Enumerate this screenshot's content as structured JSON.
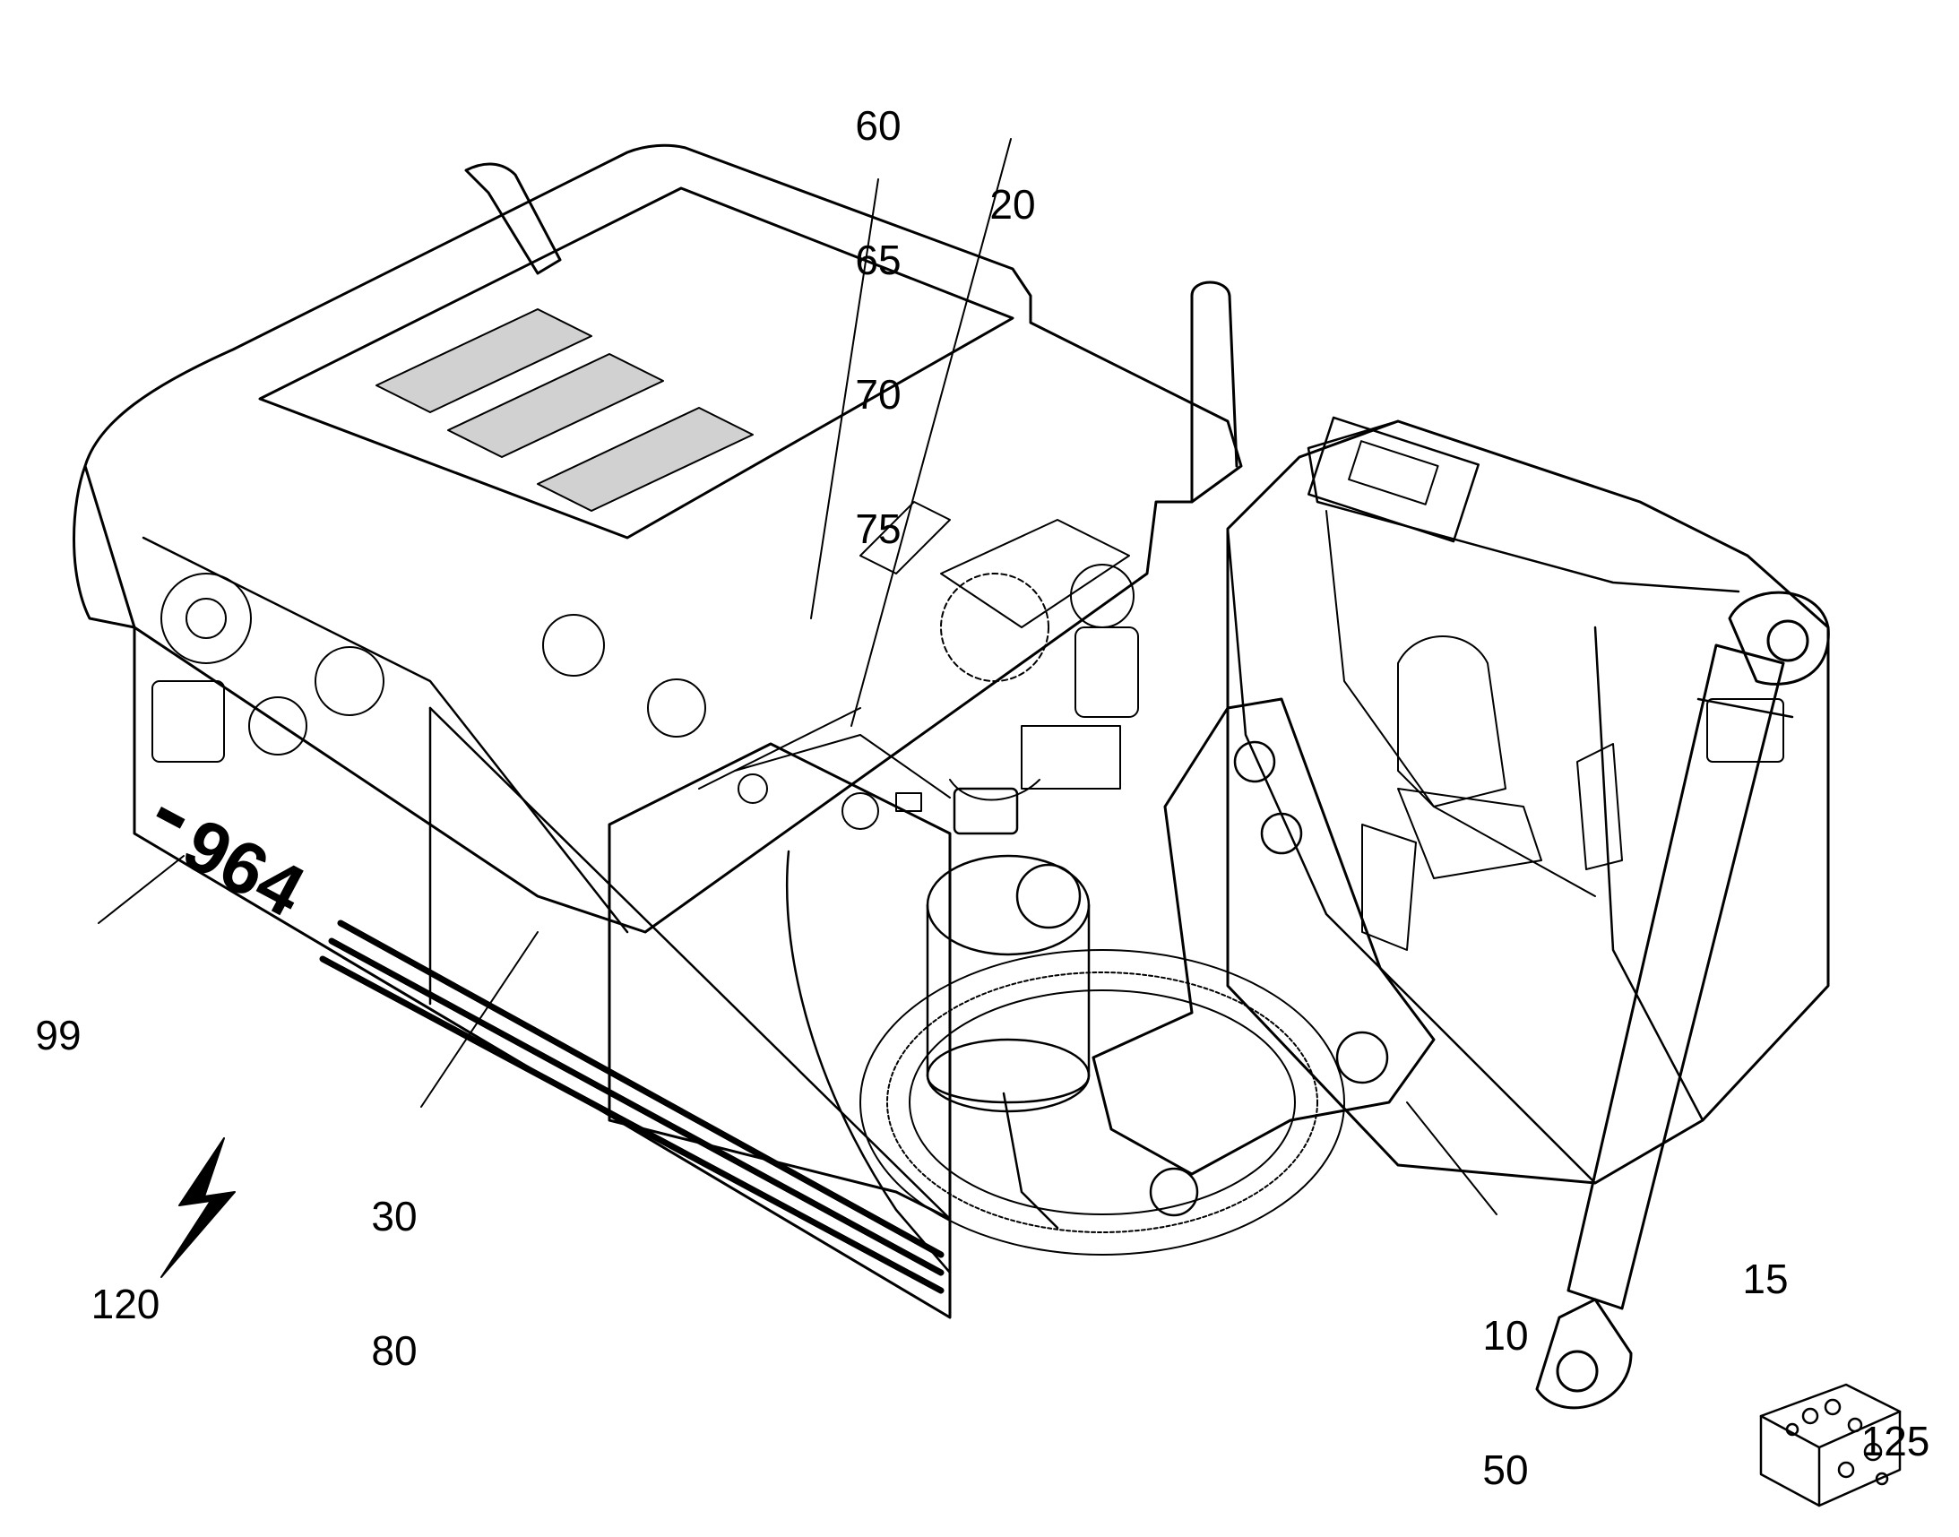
{
  "diagram": {
    "callouts": [
      {
        "id": "c-60-75",
        "lines": [
          "60",
          "65",
          "70",
          "75"
        ]
      },
      {
        "id": "c-20",
        "lines": [
          "20"
        ]
      },
      {
        "id": "c-99",
        "lines": [
          "99"
        ]
      },
      {
        "id": "c-30-80",
        "lines": [
          "30",
          "80"
        ]
      },
      {
        "id": "c-120",
        "lines": [
          "120"
        ]
      },
      {
        "id": "c-10-50",
        "lines": [
          "10",
          "50"
        ]
      },
      {
        "id": "c-15",
        "lines": [
          "15"
        ]
      },
      {
        "id": "c-125",
        "lines": [
          "125"
        ]
      }
    ],
    "machine_model_decal": "964",
    "colors": {
      "ink": "#000000",
      "paper": "#ffffff",
      "shade": "#7a7a7a"
    }
  }
}
